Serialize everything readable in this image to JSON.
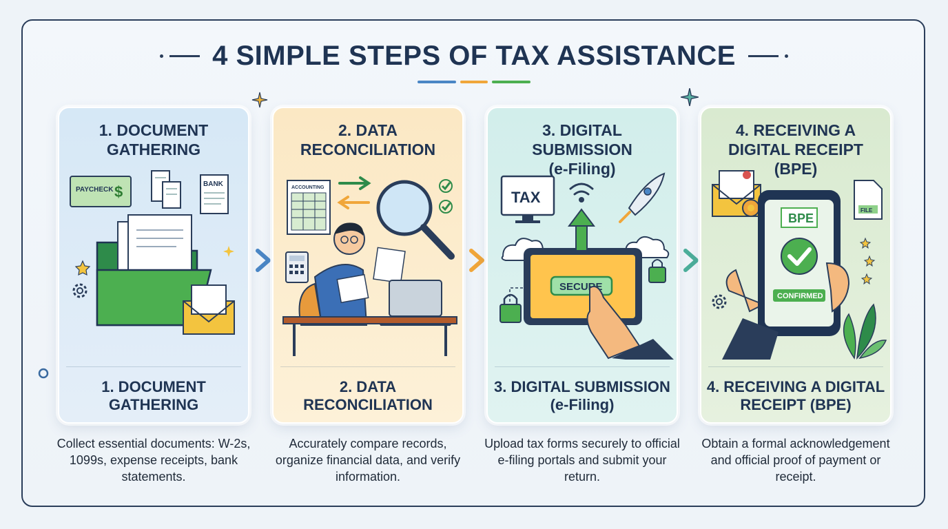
{
  "title": "4 SIMPLE STEPS OF TAX ASSISTANCE",
  "colors": {
    "navy": "#1f3453",
    "step1": "#dcebf7",
    "step2": "#fcefd0",
    "step3": "#d8f0ee",
    "step4": "#e1efd9",
    "accent_blue": "#4a86c5",
    "accent_orange": "#f0a63a",
    "accent_green": "#4caf50"
  },
  "steps": [
    {
      "heading": "1. DOCUMENT GATHERING",
      "footer": "1. DOCUMENT GATHERING",
      "description": "Collect essential documents: W-2s, 1099s, expense receipts, bank statements.",
      "illustration": {
        "paycheck_label": "PAYCHECK",
        "bank_label": "BANK",
        "icons": [
          "paycheck-icon",
          "receipt-icon",
          "bank-statement-icon",
          "folder-icon",
          "envelope-icon",
          "gear-icon",
          "star-icon"
        ]
      }
    },
    {
      "heading": "2. DATA RECONCILIATION",
      "footer": "2. DATA RECONCILIATION",
      "description": "Accurately compare records, organize financial data, and verify information.",
      "illustration": {
        "ledger_label": "ACCOUNTING",
        "icons": [
          "ledger-icon",
          "swap-arrows-icon",
          "magnifier-icon",
          "checkmark-icon",
          "calculator-icon",
          "person-at-desk-icon",
          "laptop-icon"
        ]
      }
    },
    {
      "heading": "3. DIGITAL SUBMISSION (e-Filing)",
      "footer": "3. DIGITAL SUBMISSION (e-Filing)",
      "description": "Upload tax forms securely to official e-filing portals and submit your return.",
      "illustration": {
        "monitor_label": "TAX",
        "button_label": "SECURE",
        "icons": [
          "monitor-icon",
          "wifi-icon",
          "rocket-icon",
          "cloud-icon",
          "tablet-icon",
          "padlock-icon",
          "upload-arrow-icon",
          "pointing-hand-icon"
        ]
      }
    },
    {
      "heading": "4. RECEIVING A DIGITAL RECEIPT (BPE)",
      "footer": "4. RECEIVING A DIGITAL RECEIPT (BPE)",
      "description": "Obtain a formal acknowledgement and official proof of payment or receipt.",
      "illustration": {
        "phone_header": "BPE",
        "phone_status": "CONFIRMED",
        "file_label": "FILE",
        "icons": [
          "envelope-seal-icon",
          "file-icon",
          "phone-icon",
          "checkmark-icon",
          "star-icon",
          "gear-icon",
          "plant-icon"
        ]
      }
    }
  ]
}
